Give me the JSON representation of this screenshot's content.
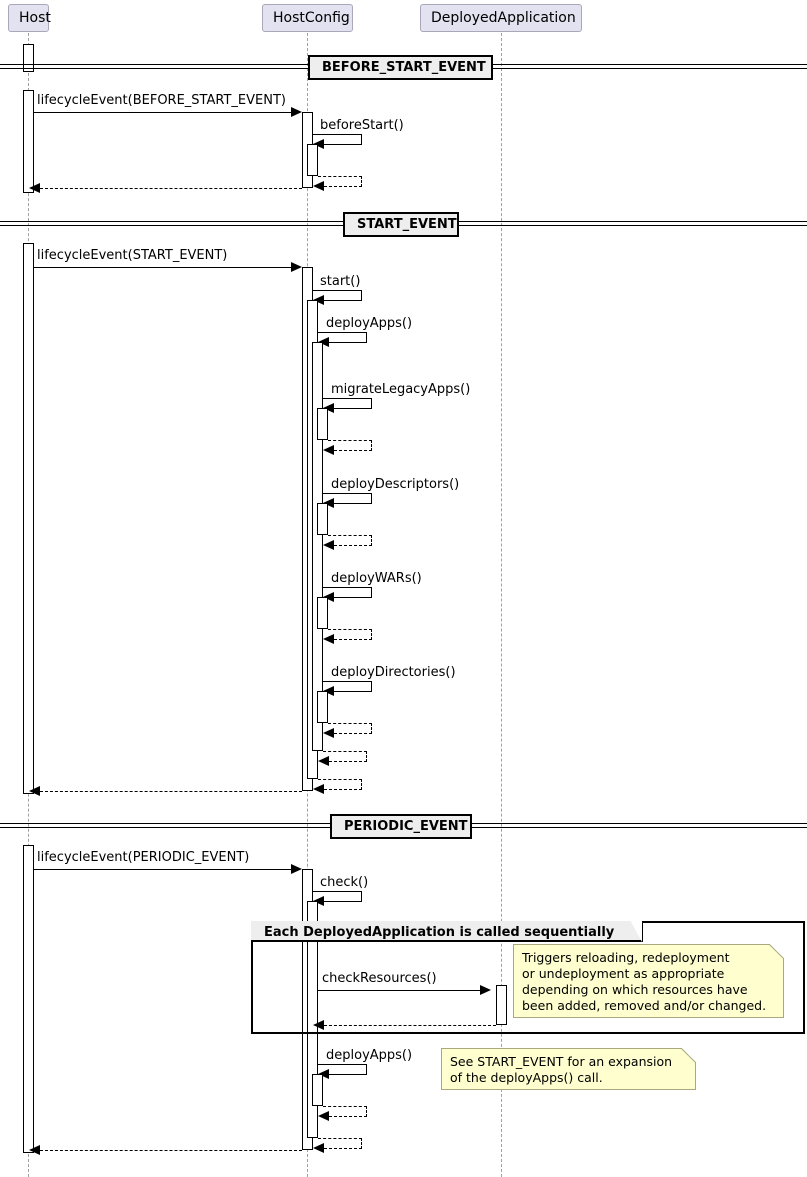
{
  "diagram": {
    "title": "Tomcat Host/HostConfig lifecycle sequence diagram",
    "type": "uml-sequence-diagram",
    "colors": {
      "participant_fill": "#E2E2F0",
      "participant_border": "#A8A8B8",
      "note_fill": "#FEFECE",
      "note_border": "#A9A980",
      "divider_fill": "#EEEEEE",
      "line": "#000000",
      "lifeline": "#A0A0A0"
    }
  },
  "participants": [
    {
      "name": "Host",
      "label": "Host"
    },
    {
      "name": "HostConfig",
      "label": "HostConfig"
    },
    {
      "name": "DeployedApplication",
      "label": "DeployedApplication"
    }
  ],
  "dividers": [
    {
      "label": "BEFORE_START_EVENT"
    },
    {
      "label": "START_EVENT"
    },
    {
      "label": "PERIODIC_EVENT"
    }
  ],
  "messages": [
    {
      "label": "lifecycleEvent(BEFORE_START_EVENT)",
      "from": "Host",
      "to": "HostConfig",
      "kind": "call"
    },
    {
      "label": "beforeStart()",
      "from": "HostConfig",
      "to": "HostConfig",
      "kind": "self"
    },
    {
      "label": "",
      "from": "HostConfig",
      "to": "HostConfig",
      "kind": "self-return"
    },
    {
      "label": "",
      "from": "HostConfig",
      "to": "Host",
      "kind": "return"
    },
    {
      "label": "lifecycleEvent(START_EVENT)",
      "from": "Host",
      "to": "HostConfig",
      "kind": "call"
    },
    {
      "label": "start()",
      "from": "HostConfig",
      "to": "HostConfig",
      "kind": "self"
    },
    {
      "label": "deployApps()",
      "from": "HostConfig",
      "to": "HostConfig",
      "kind": "self"
    },
    {
      "label": "migrateLegacyApps()",
      "from": "HostConfig",
      "to": "HostConfig",
      "kind": "self"
    },
    {
      "label": "deployDescriptors()",
      "from": "HostConfig",
      "to": "HostConfig",
      "kind": "self"
    },
    {
      "label": "deployWARs()",
      "from": "HostConfig",
      "to": "HostConfig",
      "kind": "self"
    },
    {
      "label": "deployDirectories()",
      "from": "HostConfig",
      "to": "HostConfig",
      "kind": "self"
    },
    {
      "label": "lifecycleEvent(PERIODIC_EVENT)",
      "from": "Host",
      "to": "HostConfig",
      "kind": "call"
    },
    {
      "label": "check()",
      "from": "HostConfig",
      "to": "HostConfig",
      "kind": "self"
    },
    {
      "label": "checkResources()",
      "from": "HostConfig",
      "to": "DeployedApplication",
      "kind": "call"
    },
    {
      "label": "deployApps()",
      "from": "HostConfig",
      "to": "HostConfig",
      "kind": "self"
    }
  ],
  "frames": [
    {
      "label": "Each DeployedApplication is called sequentially",
      "type": "loop"
    }
  ],
  "notes": [
    {
      "text": "Triggers reloading, redeployment\nor undeployment as appropriate\ndepending on which resources have\nbeen added, removed and/or changed."
    },
    {
      "text": "See START_EVENT for an expansion\nof the deployApps() call."
    }
  ]
}
